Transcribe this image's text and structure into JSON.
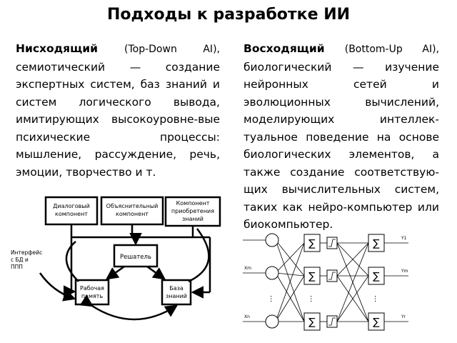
{
  "title": "Подходы к разработке ИИ",
  "left": {
    "term": "Нисходящий",
    "term_en": "(Top-Down AI),",
    "body": "семиотический — создание экспертных систем, баз знаний и систем логического вывода, имитирующих высокоуровне-вые психические процессы: мышление, рассуждение, речь, эмоции, творчество и т."
  },
  "right": {
    "term": "Восходящий",
    "term_en": "(Bottom-Up AI),",
    "body": "биологический — изучение нейронных сетей и эволюционных вычислений, моделирующих интеллек-туальное поведение на основе биологических элементов, а также создание соответствую-щих вычислительных систем, таких как нейро-компьютер или биокомпьютер."
  },
  "expert_system_diagram": {
    "dialog_component": [
      "Диалоговый",
      "компонент"
    ],
    "explain_component": [
      "Объяснительный",
      "компонент"
    ],
    "knowledge_component": [
      "Компонент",
      "приобретения",
      "знаний"
    ],
    "solver": "Решатель",
    "working_memory": [
      "Рабочая",
      "память"
    ],
    "knowledge_base": [
      "База",
      "знаний"
    ],
    "interface_label": [
      "Интерфейс",
      "с БД и",
      "ППП"
    ]
  },
  "neural_diagram": {
    "sum_symbol": "∑",
    "inputs": [
      "Xm",
      "Xn"
    ],
    "outputs": [
      "Y1",
      "Ym",
      "Yr"
    ],
    "ellipsis": "…"
  }
}
